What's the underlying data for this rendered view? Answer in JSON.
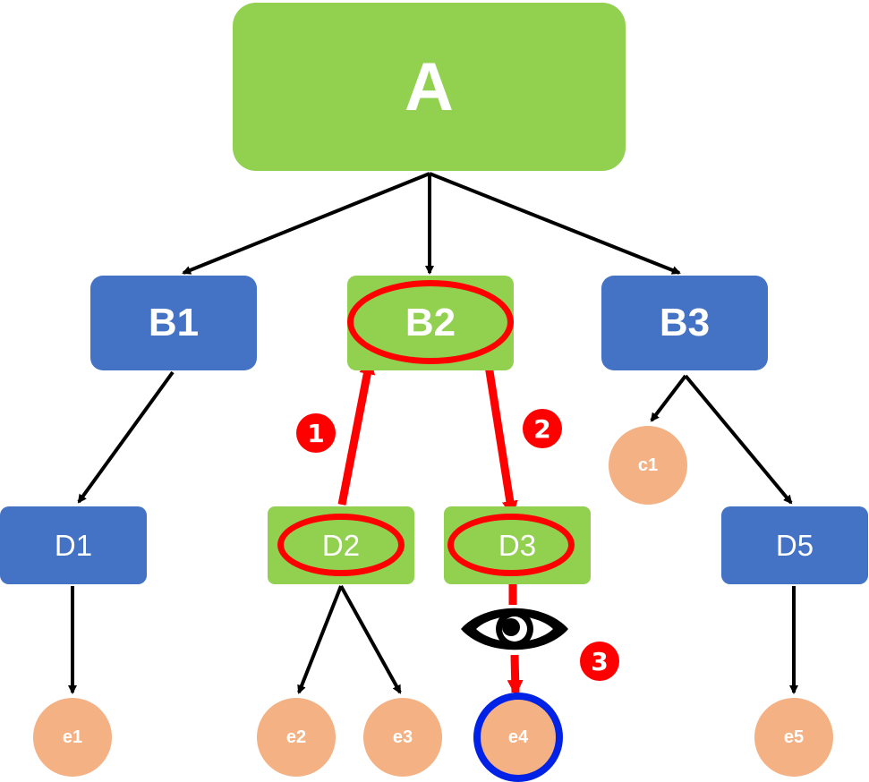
{
  "diagram": {
    "root": {
      "label": "A"
    },
    "level_b": [
      {
        "label": "B1"
      },
      {
        "label": "B2"
      },
      {
        "label": "B3"
      }
    ],
    "level_d": [
      {
        "label": "D1"
      },
      {
        "label": "D2"
      },
      {
        "label": "D3"
      },
      {
        "label": "D5"
      }
    ],
    "leaves": {
      "c1": "c1",
      "e1": "e1",
      "e2": "e2",
      "e3": "e3",
      "e4": "e4",
      "e5": "e5"
    },
    "steps": [
      "1",
      "2",
      "3"
    ],
    "icons": {
      "observe": "eye-icon"
    },
    "colors": {
      "green": "#92D050",
      "blue": "#4472C4",
      "peach": "#F4B183",
      "highlight_red": "#FF0000",
      "target_ring": "#0021E6"
    }
  }
}
